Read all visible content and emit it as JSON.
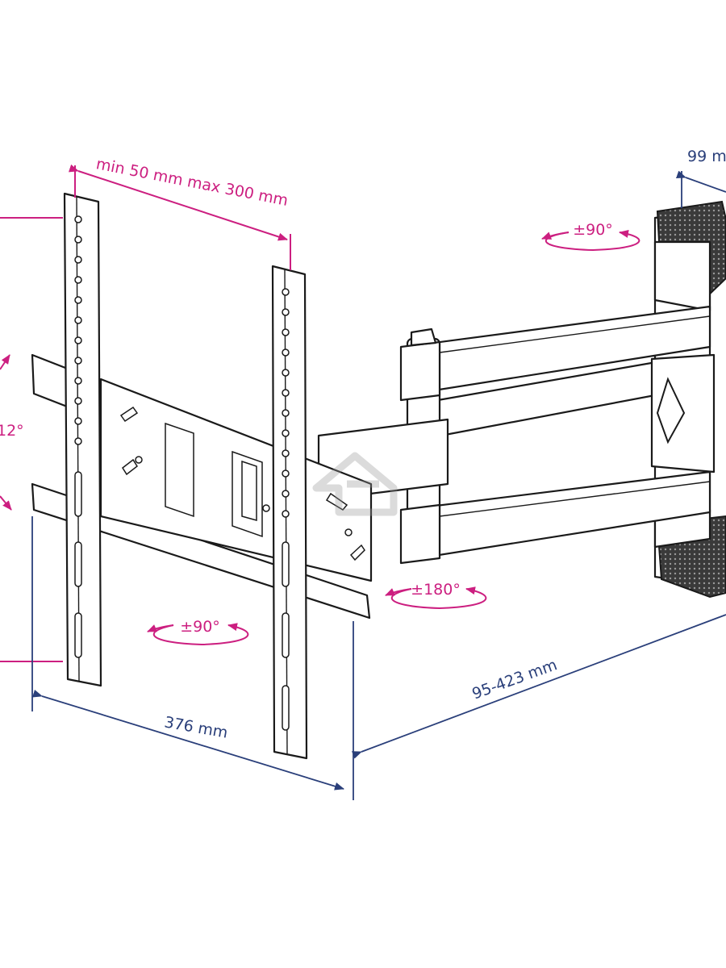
{
  "diagram": {
    "colors": {
      "pink": "#cc1f80",
      "blue": "#2a3f7a",
      "ink": "#1a1a1a"
    },
    "labels": {
      "vesa": "min 50 mm max 300 mm",
      "arm_depth": "99 m",
      "swivel_arm": "±90°",
      "tilt": "12°",
      "rotation": "±180°",
      "swivel_plate": "±90°",
      "width": "376  mm",
      "extension": "95-423 mm"
    },
    "icons": [
      "watermark-house-icon"
    ]
  }
}
